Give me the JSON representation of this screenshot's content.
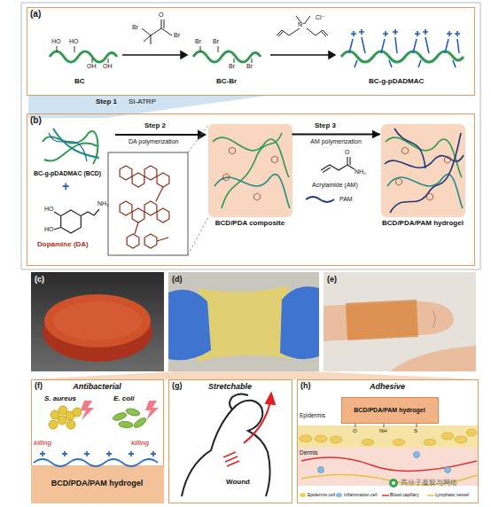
{
  "diagram": {
    "nodes": [
      {
        "text": [
          "(a)"
        ]
      },
      {
        "text": [
          "(b)"
        ]
      },
      {
        "text": [
          "BCD/PDA composite"
        ],
        "in": 1
      },
      {
        "text": [
          "BCD/PDA/PAM hydrogel"
        ],
        "in": 1
      },
      {
        "text": [
          "(c)"
        ]
      },
      {
        "text": [
          "(d)"
        ]
      },
      {
        "text": [
          "(e)"
        ]
      },
      {
        "text": [
          "(f)",
          "Antibacterial"
        ]
      },
      {
        "text": [
          "BCD/PDA/PAM hydrogel"
        ],
        "in": 7
      },
      {
        "text": [
          "(g)",
          "Stretchable"
        ]
      },
      {
        "text": [
          "(h)",
          "Adhesive"
        ]
      },
      {
        "text": [
          "BCD/PDA/PAM hydrogel"
        ],
        "in": 10
      }
    ],
    "edges": [
      {
        "from": 2,
        "to": 3,
        "arrow": "to",
        "label": "AM polymerization"
      }
    ],
    "labels": [
      "HO",
      "HO",
      "OH",
      "OH",
      "BC",
      "Br",
      "O",
      "Br",
      "Br",
      "Br",
      "Br",
      "Br",
      "BC-Br",
      "N⁺",
      "Cl⁻",
      "BC-g-pDADMAC",
      "Step 1",
      "SI-ATRP",
      "BC-g-pDADMAC (BCD)",
      "+",
      "HO",
      "HO",
      "NH₂",
      "Dopamine (DA)",
      "Step 2",
      "DA polymerization",
      "Step 3",
      "O",
      "NH₂",
      "Acrylamide (AM)",
      "PAM",
      "S. aureus",
      "E. coli",
      "killing",
      "killing",
      "Wound",
      "Epidermis",
      "Dermis",
      "O",
      "NH",
      "S",
      "高分子凝胶与网络"
    ],
    "legend": [
      {
        "text": "Epidermis cell",
        "color": "#efcd5c"
      },
      {
        "text": "Inflammation cell",
        "color": "#8ab8e6"
      },
      {
        "text": "Blood capillary"
      },
      {
        "text": "Lymphatic vessel"
      }
    ]
  }
}
